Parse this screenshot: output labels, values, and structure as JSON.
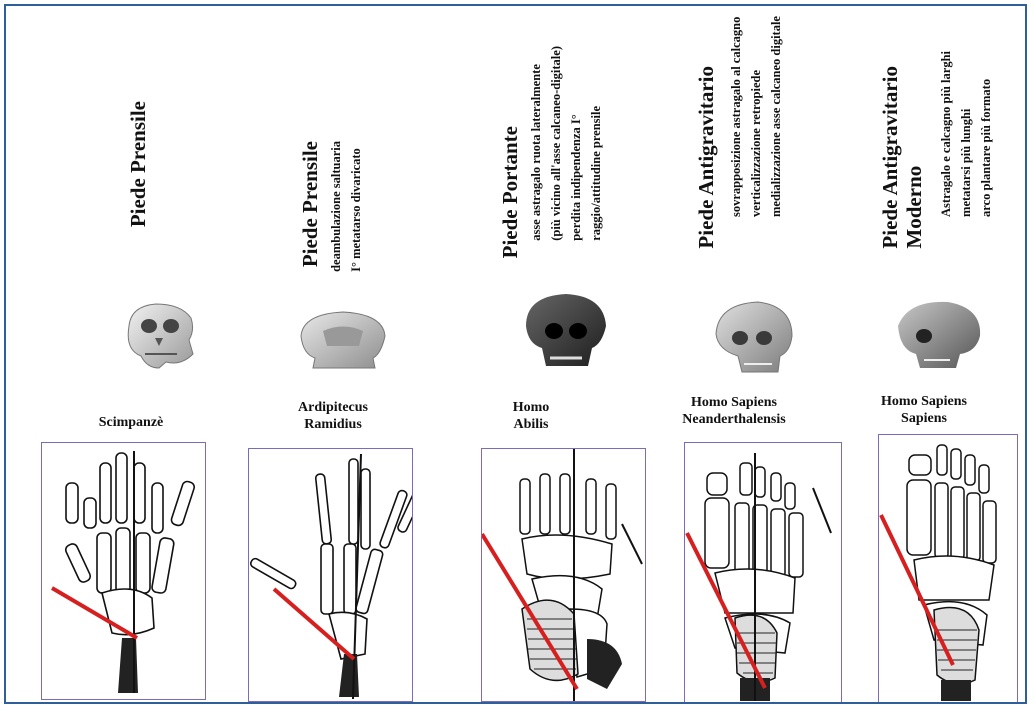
{
  "columns": [
    {
      "title": "Piede Prensile",
      "description": [],
      "species": "Scimpanzè",
      "skull_icon": "chimp-skull-icon",
      "foot_icon": "grasping-foot-skeleton-icon"
    },
    {
      "title": "Piede Prensile",
      "description": [
        "deambulazione saltuaria",
        "I° metatarso divaricato"
      ],
      "species": "Ardipitecus\nRamidius",
      "skull_icon": "ardipithecus-skull-icon",
      "foot_icon": "ardipithecus-foot-skeleton-icon"
    },
    {
      "title": "Piede Portante",
      "description": [
        "asse astragalo ruota lateralmente",
        "(più vicino all'asse calcaneo-digitale)",
        "perdita indipendenza I°",
        "raggio/attitudine prensile"
      ],
      "species": "Homo\nAbilis",
      "skull_icon": "homo-habilis-skull-icon",
      "foot_icon": "bearing-foot-skeleton-icon"
    },
    {
      "title": "Piede Antigravitario",
      "description": [
        "sovrapposizione astragalo al calcagno",
        "verticalizzazione retropiede",
        "medializzazione asse calcaneo digitale"
      ],
      "species": "Homo Sapiens\nNeanderthalensis",
      "skull_icon": "neanderthal-skull-icon",
      "foot_icon": "antigravity-foot-skeleton-icon"
    },
    {
      "title": "Piede Antigravitario\nModerno",
      "description": [
        "Astragalo e calcagno più larghi",
        "metatarsi più lunghi",
        "arco plantare più formato"
      ],
      "species": "Homo Sapiens\nSapiens",
      "skull_icon": "modern-human-skull-icon",
      "foot_icon": "modern-foot-skeleton-icon"
    }
  ],
  "colors": {
    "frame": "#2f5f9a",
    "panel_border": "#7b6bb8",
    "axis_red": "#d62020",
    "axis_black": "#111111"
  }
}
